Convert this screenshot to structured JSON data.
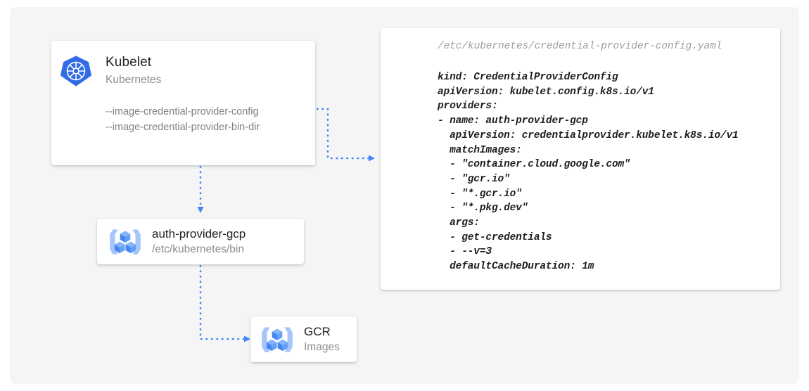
{
  "canvas": {
    "background": "#f5f5f5",
    "page_background": "#ffffff"
  },
  "colors": {
    "accent_blue": "#4285f4",
    "k8s_blue": "#326ce5",
    "gcp_blue_dark": "#4285f4",
    "gcp_blue_light": "#a6c5fa",
    "title_text": "#222326",
    "subtitle_text": "#8a8d91",
    "flag_text": "#7e8185",
    "code_text": "#1d1e20",
    "filename_text": "#9b9ea1"
  },
  "nodes": {
    "kubelet": {
      "icon": "kubernetes-icon",
      "title": "Kubelet",
      "subtitle": "Kubernetes",
      "flags": [
        "--image-credential-provider-config",
        "--image-credential-provider-bin-dir"
      ]
    },
    "auth_provider": {
      "icon": "gcp-container-registry-icon",
      "title": "auth-provider-gcp",
      "subtitle": "/etc/kubernetes/bin"
    },
    "gcr": {
      "icon": "gcp-container-registry-icon",
      "title": "GCR",
      "subtitle": "Images"
    }
  },
  "code_card": {
    "filename": "/etc/kubernetes/credential-provider-config.yaml",
    "lines": [
      "kind: CredentialProviderConfig",
      "apiVersion: kubelet.config.k8s.io/v1",
      "providers:",
      "- name: auth-provider-gcp",
      "  apiVersion: credentialprovider.kubelet.k8s.io/v1",
      "  matchImages:",
      "  - \"container.cloud.google.com\"",
      "  - \"gcr.io\"",
      "  - \"*.gcr.io\"",
      "  - \"*.pkg.dev\"",
      "  args:",
      "  - get-credentials",
      "  - --v=3",
      "  defaultCacheDuration: 1m"
    ]
  },
  "edges": [
    {
      "id": "kubelet-to-config",
      "from": "kubelet",
      "to": "code_card",
      "style": "dotted",
      "arrow": "right"
    },
    {
      "id": "kubelet-to-auth-provider",
      "from": "kubelet",
      "to": "auth_provider",
      "style": "dotted",
      "arrow": "down"
    },
    {
      "id": "auth-provider-to-gcr",
      "from": "auth_provider",
      "to": "gcr",
      "style": "dotted",
      "arrow": "right"
    }
  ]
}
